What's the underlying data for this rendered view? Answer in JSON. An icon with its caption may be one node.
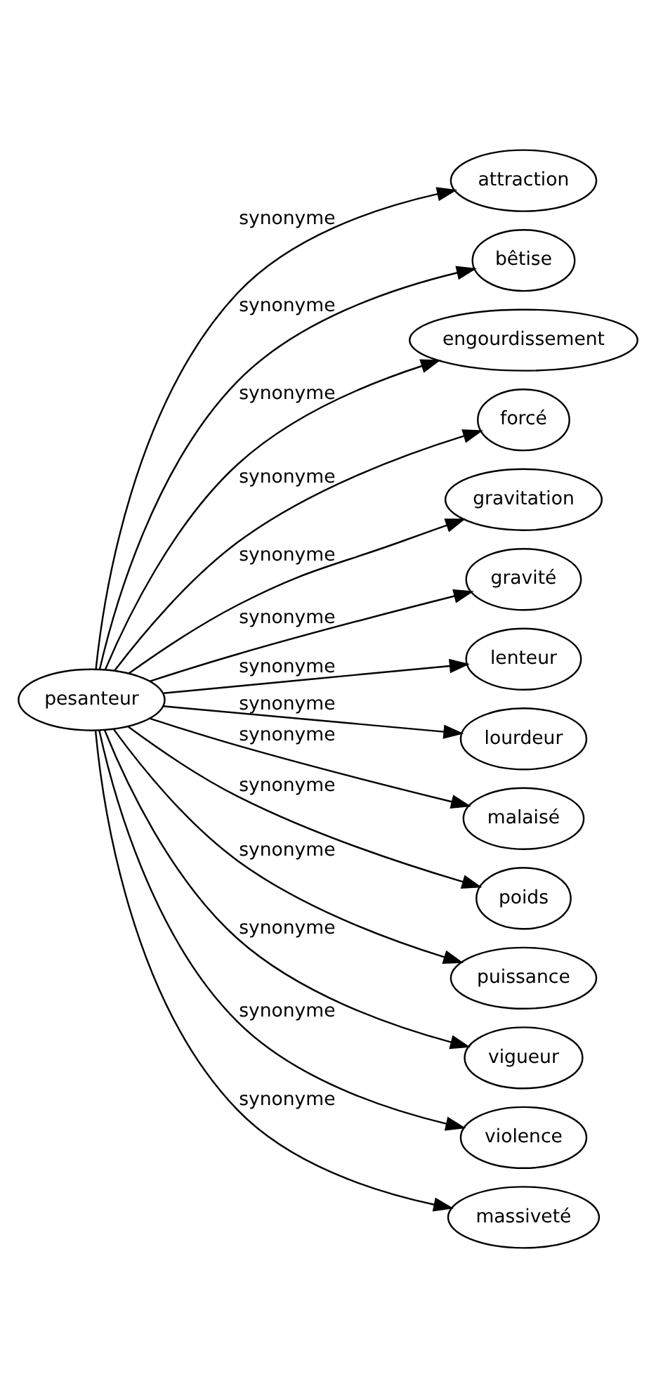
{
  "diagram": {
    "nodes": [
      {
        "text": [
          "pesanteur"
        ]
      },
      {
        "text": [
          "attraction"
        ]
      },
      {
        "text": [
          "bêtise"
        ]
      },
      {
        "text": [
          "engourdissement"
        ]
      },
      {
        "text": [
          "forcé"
        ]
      },
      {
        "text": [
          "gravitation"
        ]
      },
      {
        "text": [
          "gravité"
        ]
      },
      {
        "text": [
          "lenteur"
        ]
      },
      {
        "text": [
          "lourdeur"
        ]
      },
      {
        "text": [
          "malaisé"
        ]
      },
      {
        "text": [
          "poids"
        ]
      },
      {
        "text": [
          "puissance"
        ]
      },
      {
        "text": [
          "vigueur"
        ]
      },
      {
        "text": [
          "violence"
        ]
      },
      {
        "text": [
          "massiveté"
        ]
      }
    ],
    "edges": [
      {
        "from": 0,
        "to": 1,
        "arrow": "to",
        "label": "synonyme"
      },
      {
        "from": 0,
        "to": 2,
        "arrow": "to",
        "label": "synonyme"
      },
      {
        "from": 0,
        "to": 3,
        "arrow": "to",
        "label": "synonyme"
      },
      {
        "from": 0,
        "to": 4,
        "arrow": "to",
        "label": "synonyme"
      },
      {
        "from": 0,
        "to": 5,
        "arrow": "to",
        "label": "synonyme"
      },
      {
        "from": 0,
        "to": 6,
        "arrow": "to",
        "label": "synonyme"
      },
      {
        "from": 0,
        "to": 7,
        "arrow": "to",
        "label": "synonyme"
      },
      {
        "from": 0,
        "to": 8,
        "arrow": "to",
        "label": "synonyme"
      },
      {
        "from": 0,
        "to": 9,
        "arrow": "to",
        "label": "synonyme"
      },
      {
        "from": 0,
        "to": 10,
        "arrow": "to",
        "label": "synonyme"
      },
      {
        "from": 0,
        "to": 11,
        "arrow": "to",
        "label": "synonyme"
      },
      {
        "from": 0,
        "to": 12,
        "arrow": "to",
        "label": "synonyme"
      },
      {
        "from": 0,
        "to": 13,
        "arrow": "to",
        "label": "synonyme"
      },
      {
        "from": 0,
        "to": 14,
        "arrow": "to",
        "label": "synonyme"
      }
    ]
  }
}
